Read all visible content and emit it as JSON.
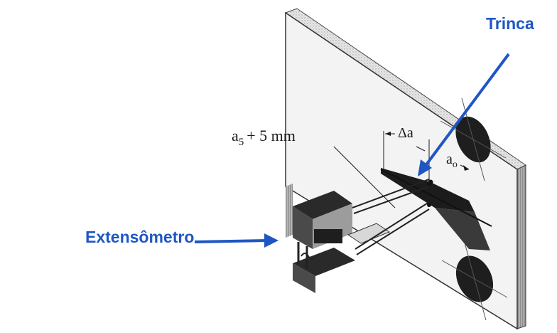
{
  "labels": {
    "crack": "Trinca",
    "extensometer": "Extensômetro"
  },
  "dimensions": {
    "a5_base": "a",
    "a5_sub": "5",
    "a5_tail": "+ 5 mm",
    "delta_a": "Δa",
    "a0_base": "a",
    "a0_sub": "o"
  },
  "colors": {
    "callout": "#1f56c4",
    "ink": "#1a1a1a"
  },
  "icons": {
    "crack_arrow": "arrow-down-left",
    "extensometer_arrow": "arrow-right"
  }
}
